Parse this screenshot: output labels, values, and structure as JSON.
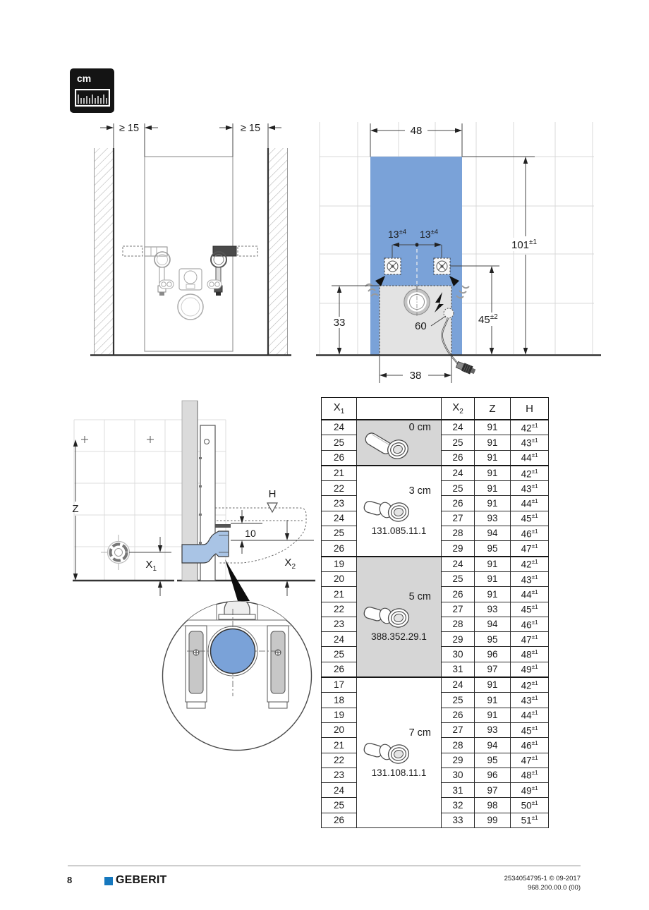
{
  "unit_badge": {
    "label": "cm"
  },
  "colors": {
    "panel_blue": "#7aa2d8",
    "pipe_blue": "#a9c4e5",
    "shade_gray": "#d6d6d6",
    "geberit_blue": "#1678be"
  },
  "dims": {
    "gap_left": "≥ 15",
    "gap_right": "≥ 15",
    "width": "48",
    "height": "101",
    "height_tol": "±1",
    "screw_l": "13",
    "screw_l_tol": "±4",
    "screw_r": "13",
    "screw_r_tol": "±4",
    "h33": "33",
    "h45": "45",
    "h45_tol": "±2",
    "w38": "38",
    "c60": "60",
    "z": "Z",
    "h": "H",
    "ten": "10",
    "x": "X",
    "one": "1",
    "two": "2"
  },
  "table": {
    "headers": {
      "x1": [
        "X",
        "1"
      ],
      "img": "",
      "x2": [
        "X",
        "2"
      ],
      "z": "Z",
      "h": "H"
    },
    "h_tol": "±1",
    "groups": [
      {
        "size": "0 cm",
        "article": "",
        "shaded": true,
        "fitting": "straight",
        "icon": "straight-connector-icon",
        "rows": [
          [
            "24",
            "24",
            "91",
            "42"
          ],
          [
            "25",
            "25",
            "91",
            "43"
          ],
          [
            "26",
            "26",
            "91",
            "44"
          ]
        ]
      },
      {
        "size": "3 cm",
        "article": "131.085.11.1",
        "shaded": false,
        "fitting": "bend",
        "icon": "bend-connector-icon",
        "rows": [
          [
            "21",
            "24",
            "91",
            "42"
          ],
          [
            "22",
            "25",
            "91",
            "43"
          ],
          [
            "23",
            "26",
            "91",
            "44"
          ],
          [
            "24",
            "27",
            "93",
            "45"
          ],
          [
            "25",
            "28",
            "94",
            "46"
          ],
          [
            "26",
            "29",
            "95",
            "47"
          ]
        ]
      },
      {
        "size": "5 cm",
        "article": "388.352.29.1",
        "shaded": true,
        "fitting": "bend",
        "icon": "bend-connector-icon",
        "rows": [
          [
            "19",
            "24",
            "91",
            "42"
          ],
          [
            "20",
            "25",
            "91",
            "43"
          ],
          [
            "21",
            "26",
            "91",
            "44"
          ],
          [
            "22",
            "27",
            "93",
            "45"
          ],
          [
            "23",
            "28",
            "94",
            "46"
          ],
          [
            "24",
            "29",
            "95",
            "47"
          ],
          [
            "25",
            "30",
            "96",
            "48"
          ],
          [
            "26",
            "31",
            "97",
            "49"
          ]
        ]
      },
      {
        "size": "7 cm",
        "article": "131.108.11.1",
        "shaded": false,
        "fitting": "bend",
        "icon": "bend-connector-icon",
        "rows": [
          [
            "17",
            "24",
            "91",
            "42"
          ],
          [
            "18",
            "25",
            "91",
            "43"
          ],
          [
            "19",
            "26",
            "91",
            "44"
          ],
          [
            "20",
            "27",
            "93",
            "45"
          ],
          [
            "21",
            "28",
            "94",
            "46"
          ],
          [
            "22",
            "29",
            "95",
            "47"
          ],
          [
            "23",
            "30",
            "96",
            "48"
          ],
          [
            "24",
            "31",
            "97",
            "49"
          ],
          [
            "25",
            "32",
            "98",
            "50"
          ],
          [
            "26",
            "33",
            "99",
            "51"
          ]
        ]
      }
    ]
  },
  "footer": {
    "page": "8",
    "brand": "GEBERIT",
    "ref1": "2534054795-1 © 09-2017",
    "ref2": "968.200.00.0 (00)"
  }
}
